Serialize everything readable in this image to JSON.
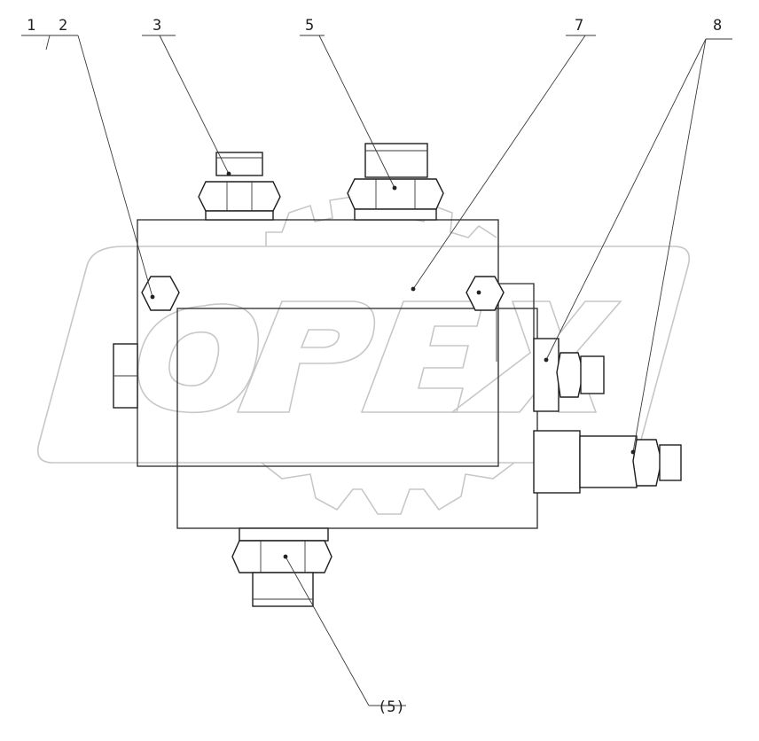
{
  "watermark": {
    "text": "OPEX",
    "color": "#c7c7c7"
  },
  "callouts": [
    {
      "id": "c1",
      "label": "1"
    },
    {
      "id": "c2",
      "label": "2"
    },
    {
      "id": "c3",
      "label": "3"
    },
    {
      "id": "c5",
      "label": "5"
    },
    {
      "id": "c7",
      "label": "7"
    },
    {
      "id": "c8",
      "label": "8"
    },
    {
      "id": "c5b",
      "label": "(5)"
    }
  ],
  "colors": {
    "line": "#1e1e1e",
    "watermark": "#c7c7c7",
    "background": "#ffffff"
  }
}
